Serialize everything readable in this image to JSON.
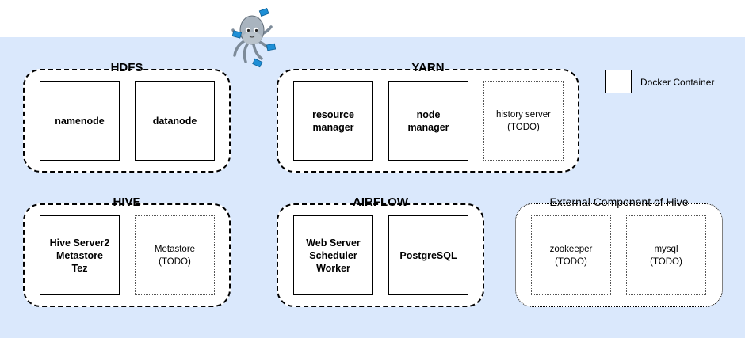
{
  "legend": {
    "label": "Docker Container"
  },
  "groups": {
    "hdfs": {
      "title": "HDFS",
      "boxes": [
        "namenode",
        "datanode"
      ]
    },
    "yarn": {
      "title": "YARN",
      "boxes": [
        "resource\nmanager",
        "node\nmanager",
        "history server\n(TODO)"
      ]
    },
    "hive": {
      "title": "HIVE",
      "boxes": [
        "Hive Server2\nMetastore\nTez",
        "Metastore\n(TODO)"
      ]
    },
    "airflow": {
      "title": "AIRFLOW",
      "boxes": [
        "Web Server\nScheduler\nWorker",
        "PostgreSQL"
      ]
    },
    "external": {
      "title": "External Component of Hive",
      "boxes": [
        "zookeeper\n(TODO)",
        "mysql\n(TODO)"
      ]
    }
  },
  "logo": {
    "icon": "docker-compose-octopus-icon"
  }
}
